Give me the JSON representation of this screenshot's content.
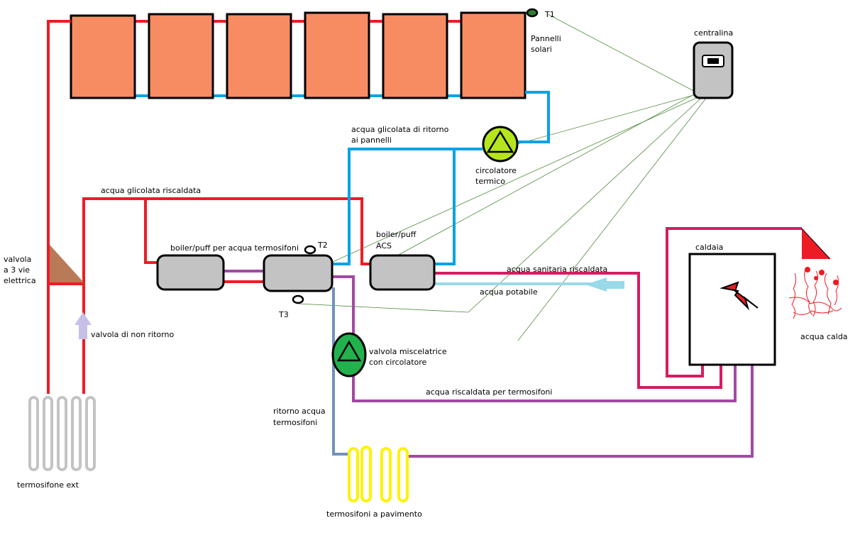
{
  "diagram": {
    "labels": {
      "t1": "T1",
      "pannelli_1": "Pannelli",
      "pannelli_2": "solari",
      "centralina": "centralina",
      "glicolata_ritorno_1": "acqua glicolata di ritorno",
      "glicolata_ritorno_2": "ai pannelli",
      "circolatore_1": "circolatore",
      "circolatore_2": "termico",
      "glicolata_riscaldata": "acqua glicolata riscaldata",
      "boiler_termosifoni": "boiler/puff per acqua termosifoni",
      "t2": "T2",
      "boiler_acs_1": "boiler/puff",
      "boiler_acs_2": "ACS",
      "caldaia": "caldaia",
      "valvola_3vie_1": "valvola",
      "valvola_3vie_2": "a 3 vie",
      "valvola_3vie_3": "elettrica",
      "sanitaria_riscaldata": "acqua sanitaria riscaldata",
      "acqua_potabile": "acqua potabile",
      "t3": "T3",
      "valvola_non_ritorno": "valvola di non ritorno",
      "miscelatrice_1": "valvola miscelatrice",
      "miscelatrice_2": "con circolatore",
      "acqua_calda": "acqua calda",
      "riscaldata_termosifoni": "acqua riscaldata per termosifoni",
      "ritorno_termosifoni_1": "ritorno acqua",
      "ritorno_termosifoni_2": "termosifoni",
      "termosifone_ext": "termosifone ext",
      "termosifoni_pavimento": "termosifoni a pavimento"
    },
    "colors": {
      "hot_pipe": "#ed1c24",
      "cold_pipe": "#00a2e8",
      "sanitary_pipe": "#d81b60",
      "heating_pipe": "#a349a4",
      "return_pipe": "#7092be",
      "potable_pipe": "#99d9ea",
      "panel_fill": "#f78c63",
      "tank_fill": "#c3c3c3",
      "pump_thermal": "#b5e61d",
      "pump_mixing": "#22b14c",
      "signal_wire": "#4f8a3c"
    }
  }
}
